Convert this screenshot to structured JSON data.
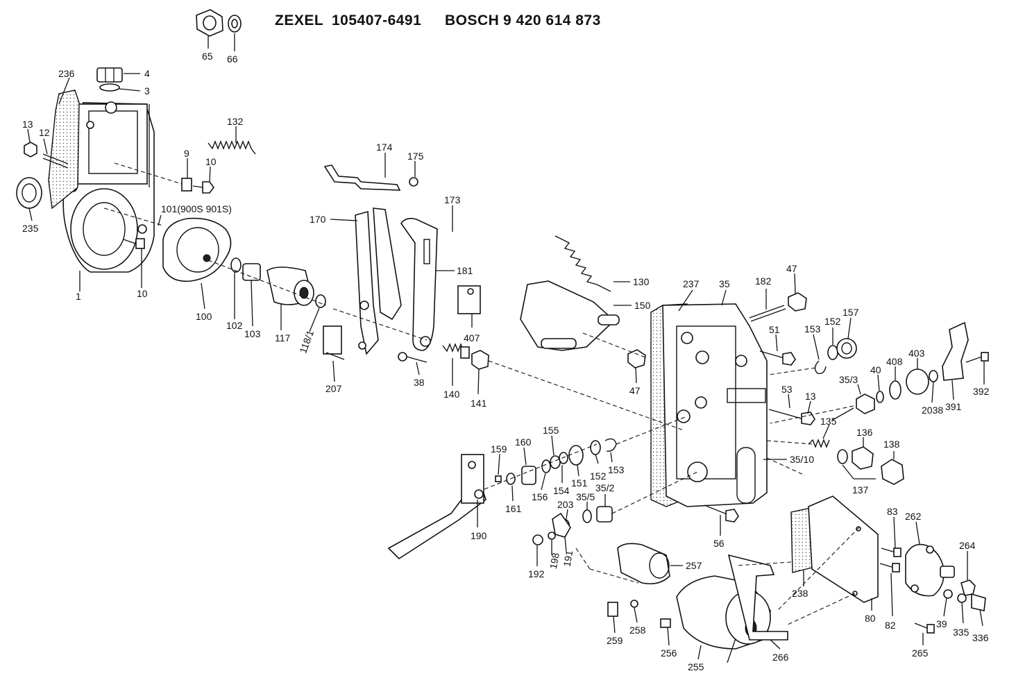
{
  "header": {
    "brand1": "ZEXEL",
    "part1": "105407-6491",
    "brand2": "BOSCH",
    "part2": "9 420 614 873"
  },
  "labels": {
    "l65": "65",
    "l66": "66",
    "l236": "236",
    "l4": "4",
    "l3": "3",
    "l13a": "13",
    "l12": "12",
    "l235": "235",
    "l132": "132",
    "l9": "9",
    "l10a": "10",
    "l101": "101(900S 901S)",
    "l1": "1",
    "l10b": "10",
    "l100": "100",
    "l102": "102",
    "l103": "103",
    "l117": "117",
    "l118": "118/1",
    "l207": "207",
    "l174": "174",
    "l175": "175",
    "l173": "173",
    "l170": "170",
    "l181": "181",
    "l407": "407",
    "l38": "38",
    "l140": "140",
    "l141": "141",
    "l130": "130",
    "l150": "150",
    "l237": "237",
    "l35": "35",
    "l182": "182",
    "l47a": "47",
    "l47b": "47",
    "l51": "51",
    "l153a": "153",
    "l152a": "152",
    "l157": "157",
    "l403": "403",
    "l408": "408",
    "l40": "40",
    "l35_3": "35/3",
    "l2038": "2038",
    "l391": "391",
    "l392": "392",
    "l53": "53",
    "l13b": "13",
    "l135": "135",
    "l136": "136",
    "l138": "138",
    "l35_10": "35/10",
    "l137": "137",
    "l159": "159",
    "l160": "160",
    "l155": "155",
    "l161": "161",
    "l156": "156",
    "l154": "154",
    "l151": "151",
    "l152b": "152",
    "l153b": "153",
    "l203": "203",
    "l35_5": "35/5",
    "l35_2": "35/2",
    "l190": "190",
    "l192": "192",
    "l198": "198",
    "l191": "191",
    "l56": "56",
    "l257": "257",
    "l259": "259",
    "l258": "258",
    "l256": "256",
    "l255": "255",
    "l266": "266",
    "l238": "238",
    "l80": "80",
    "l83": "83",
    "l82": "82",
    "l262": "262",
    "l264": "264",
    "l39": "39",
    "l335": "335",
    "l336": "336",
    "l265": "265"
  }
}
